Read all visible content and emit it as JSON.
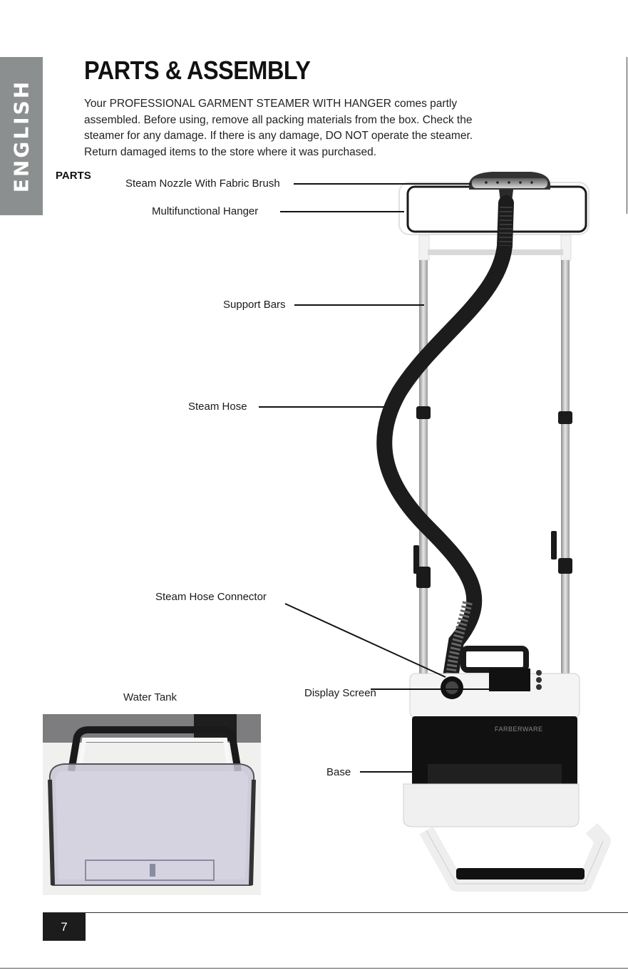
{
  "side_tab": {
    "text": "ENGLISH"
  },
  "title": "PARTS & ASSEMBLY",
  "intro": "Your PROFESSIONAL GARMENT STEAMER WITH HANGER comes partly assembled. Before using, remove all packing materials from the box. Check the steamer for any damage. If there is any damage, DO NOT operate the steamer. Return damaged items to the store where it was purchased.",
  "parts_heading": "PARTS",
  "callouts": {
    "steam_nozzle": "Steam Nozzle With Fabric Brush",
    "hanger": "Multifunctional Hanger",
    "support_bars": "Support Bars",
    "steam_hose": "Steam Hose",
    "hose_connector": "Steam Hose Connector",
    "display_screen": "Display Screen",
    "base": "Base"
  },
  "water_tank_caption": "Water Tank",
  "brand_mark": "FARBERWARE",
  "page_number": "7",
  "colors": {
    "side_tab": "#8c8f8f",
    "page_number_bg": "#1c1c1c"
  }
}
